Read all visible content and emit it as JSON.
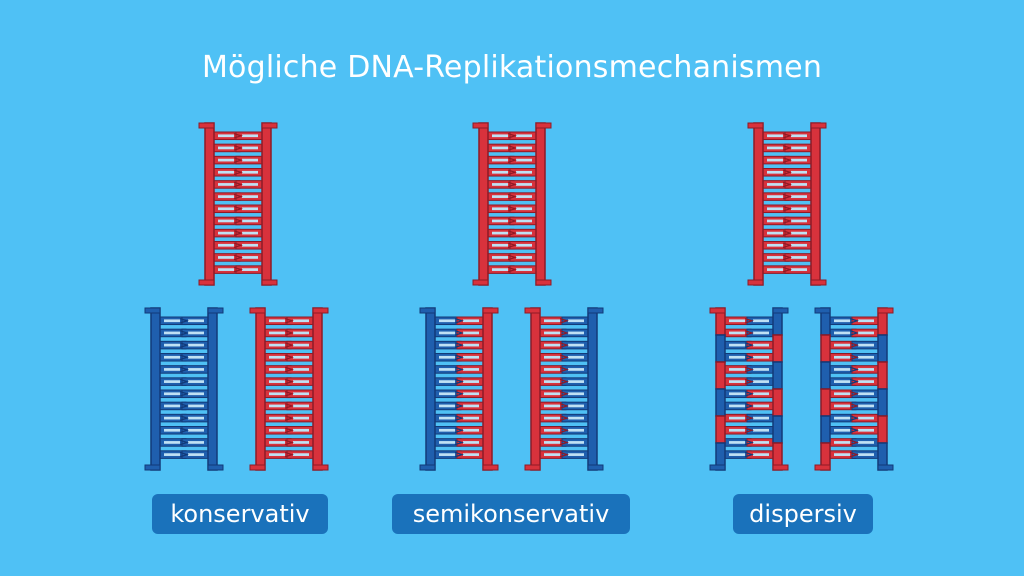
{
  "title": "Mögliche DNA-Replikationsmechanismen",
  "colors": {
    "background": "#4fc1f5",
    "red_strand": "#d8323c",
    "red_dark": "#8e1a26",
    "blue_strand": "#1f5fae",
    "blue_dark": "#123a78",
    "base_light": "#bfe1f4",
    "label_bg": "#1a72bb"
  },
  "mechanisms": [
    {
      "label": "konservativ",
      "parent": {
        "left": "red",
        "right": "red",
        "pattern": "solid"
      },
      "daughters": [
        {
          "left": "blue",
          "right": "blue",
          "pattern": "solid"
        },
        {
          "left": "red",
          "right": "red",
          "pattern": "solid"
        }
      ]
    },
    {
      "label": "semikonservativ",
      "parent": {
        "left": "red",
        "right": "red",
        "pattern": "solid"
      },
      "daughters": [
        {
          "left": "blue",
          "right": "red",
          "pattern": "solid"
        },
        {
          "left": "red",
          "right": "blue",
          "pattern": "solid"
        }
      ]
    },
    {
      "label": "dispersiv",
      "parent": {
        "left": "red",
        "right": "red",
        "pattern": "solid"
      },
      "daughters": [
        {
          "left": "red",
          "right": "blue",
          "pattern": "alternating"
        },
        {
          "left": "blue",
          "right": "red",
          "pattern": "alternating"
        }
      ]
    }
  ]
}
